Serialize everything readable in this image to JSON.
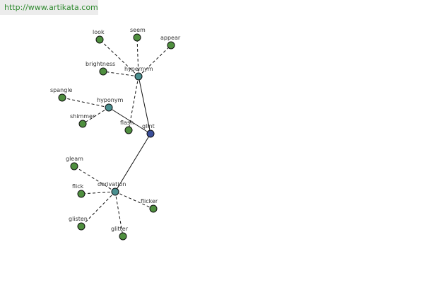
{
  "header": {
    "url": "http://www.artikata.com"
  },
  "colors": {
    "center_node": "#3b4f9a",
    "hub_node": "#4a8f8f",
    "leaf_node": "#4f8f3f",
    "edge": "#111111"
  },
  "graph": {
    "nodes": [
      {
        "id": "glint",
        "label": "glint",
        "kind": "center"
      },
      {
        "id": "hypernym",
        "label": "hypernym",
        "kind": "hub"
      },
      {
        "id": "hyponym",
        "label": "hyponym",
        "kind": "hub"
      },
      {
        "id": "derivation",
        "label": "derivation",
        "kind": "hub"
      },
      {
        "id": "look",
        "label": "look",
        "kind": "leaf"
      },
      {
        "id": "seem",
        "label": "seem",
        "kind": "leaf"
      },
      {
        "id": "appear",
        "label": "appear",
        "kind": "leaf"
      },
      {
        "id": "brightness",
        "label": "brightness",
        "kind": "leaf"
      },
      {
        "id": "flash",
        "label": "flash",
        "kind": "leaf"
      },
      {
        "id": "spangle",
        "label": "spangle",
        "kind": "leaf"
      },
      {
        "id": "shimmer",
        "label": "shimmer",
        "kind": "leaf"
      },
      {
        "id": "gleam",
        "label": "gleam",
        "kind": "leaf"
      },
      {
        "id": "flick",
        "label": "flick",
        "kind": "leaf"
      },
      {
        "id": "flicker",
        "label": "flicker",
        "kind": "leaf"
      },
      {
        "id": "glisten",
        "label": "glisten",
        "kind": "leaf"
      },
      {
        "id": "glitter",
        "label": "glitter",
        "kind": "leaf"
      }
    ],
    "edges": [
      {
        "from": "glint",
        "to": "hypernym",
        "style": "solid"
      },
      {
        "from": "glint",
        "to": "hyponym",
        "style": "solid"
      },
      {
        "from": "glint",
        "to": "derivation",
        "style": "solid"
      },
      {
        "from": "hypernym",
        "to": "look",
        "style": "dashed"
      },
      {
        "from": "hypernym",
        "to": "seem",
        "style": "dashed"
      },
      {
        "from": "hypernym",
        "to": "appear",
        "style": "dashed"
      },
      {
        "from": "hypernym",
        "to": "brightness",
        "style": "dashed"
      },
      {
        "from": "hypernym",
        "to": "flash",
        "style": "dashed"
      },
      {
        "from": "hyponym",
        "to": "spangle",
        "style": "dashed"
      },
      {
        "from": "hyponym",
        "to": "shimmer",
        "style": "dashed"
      },
      {
        "from": "derivation",
        "to": "gleam",
        "style": "dashed"
      },
      {
        "from": "derivation",
        "to": "flick",
        "style": "dashed"
      },
      {
        "from": "derivation",
        "to": "flicker",
        "style": "dashed"
      },
      {
        "from": "derivation",
        "to": "glisten",
        "style": "dashed"
      },
      {
        "from": "derivation",
        "to": "glitter",
        "style": "dashed"
      }
    ]
  }
}
